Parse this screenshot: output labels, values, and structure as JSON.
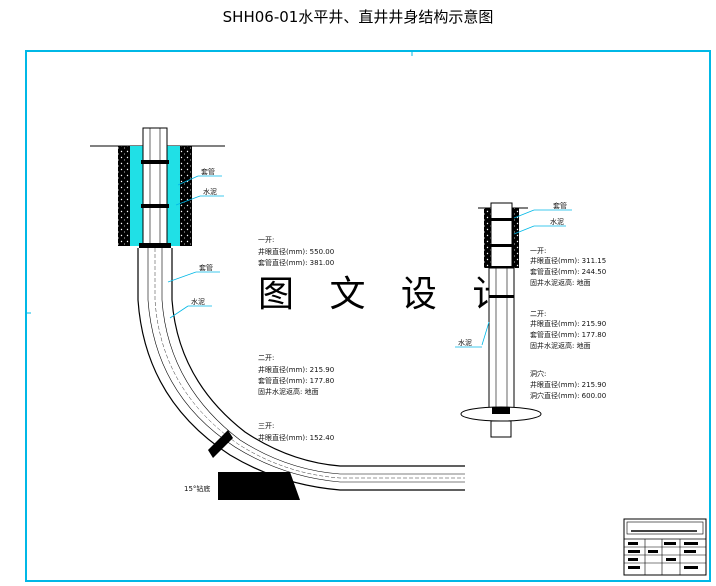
{
  "title": "SHH06-01水平井、直井井身结构示意图",
  "watermark": "图 文 设 计",
  "colors": {
    "frame": "#00b8e6",
    "cement": "#20e0e6",
    "line": "#000000"
  },
  "horizontal": {
    "label_casing_top": "套管",
    "label_cement_top": "水泥",
    "label_casing_mid": "套管",
    "label_cement_mid": "水泥",
    "bottom_label": "15°钻底",
    "spec1": {
      "head": "一开:",
      "bit": "井眼直径(mm): 550.00",
      "casing": "套管直径(mm): 381.00"
    },
    "spec2": {
      "head": "二开:",
      "bit": "井眼直径(mm): 215.90",
      "casing": "套管直径(mm): 177.80",
      "cement": "固井水泥返高: 地面"
    },
    "spec3": {
      "head": "三开:",
      "bit": "井眼直径(mm): 152.40"
    }
  },
  "vertical": {
    "label_casing": "套管",
    "label_cement": "水泥",
    "label_cement_low": "水泥",
    "spec1": {
      "head": "一开:",
      "bit": "井眼直径(mm): 311.15",
      "casing": "套管直径(mm): 244.50",
      "cement": "固井水泥返高: 地面"
    },
    "spec2": {
      "head": "二开:",
      "bit": "井眼直径(mm): 215.90",
      "casing": "套管直径(mm): 177.80",
      "cement": "固井水泥返高: 地面"
    },
    "spec3": {
      "head": "洞穴:",
      "bit": "井眼直径(mm): 215.90",
      "casing": "洞穴直径(mm): 600.00"
    }
  }
}
